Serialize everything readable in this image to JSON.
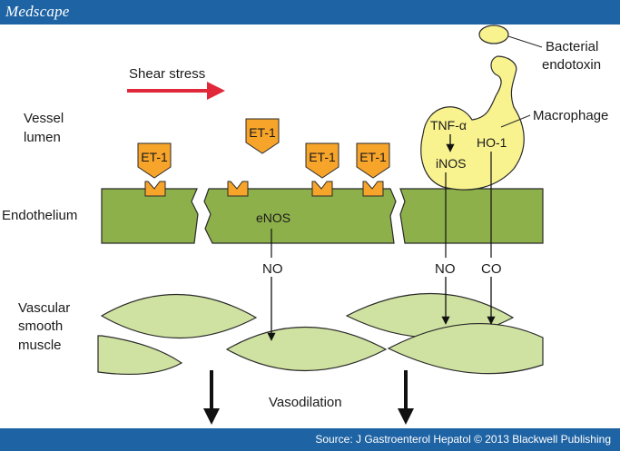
{
  "header": {
    "brand": "Medscape"
  },
  "footer": {
    "source": "Source: J Gastroenterol Hepatol © 2013 Blackwell Publishing"
  },
  "diagram": {
    "shear_stress": "Shear stress",
    "vessel_lumen_line1": "Vessel",
    "vessel_lumen_line2": "lumen",
    "endothelium": "Endothelium",
    "vascular_line1": "Vascular",
    "vascular_line2": "smooth",
    "vascular_line3": "muscle",
    "et1": "ET-1",
    "enos": "eNOS",
    "no": "NO",
    "co": "CO",
    "tnf": "TNF-α",
    "inos": "iNOS",
    "ho1": "HO-1",
    "macrophage": "Macrophage",
    "bacterial_line1": "Bacterial",
    "bacterial_line2": "endotoxin",
    "vasodilation": "Vasodilation"
  },
  "colors": {
    "header_bg": "#1e63a4",
    "endothelium": "#8db04a",
    "smooth_muscle": "#cfe2a1",
    "et1_orange": "#f7a42b",
    "macrophage": "#f8f28f",
    "shear_arrow": "#e0283a"
  }
}
